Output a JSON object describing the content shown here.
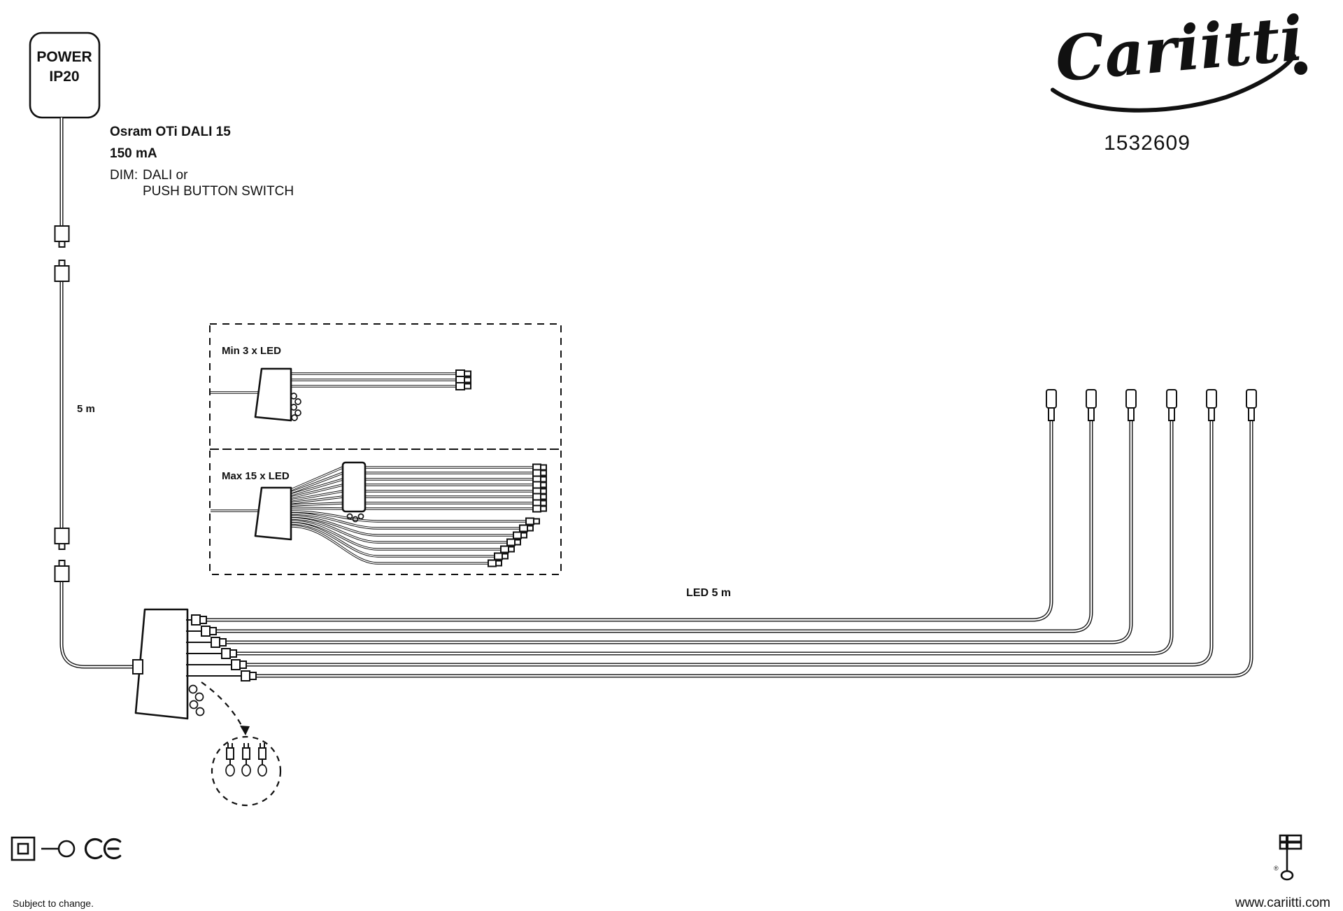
{
  "brand": {
    "logo_text": "Cariitti",
    "product_number": "1532609",
    "website": "www.cariitti.com"
  },
  "power_unit": {
    "line1": "POWER",
    "line2": "IP20"
  },
  "driver_info": {
    "model": "Osram OTi DALI 15",
    "current": "150 mA",
    "dim_label": "DIM:",
    "dim_line1": "DALI or",
    "dim_line2": "PUSH BUTTON SWITCH"
  },
  "diagram_labels": {
    "supply_cable_length": "5 m",
    "led_cable_length": "LED  5 m",
    "min_config": "Min  3 x LED",
    "max_config": "Max  15 x LED"
  },
  "footer": {
    "note": "Subject to change.",
    "ce_mark": "CE",
    "registered": "®"
  },
  "colors": {
    "line": "#111111",
    "background": "#ffffff"
  }
}
